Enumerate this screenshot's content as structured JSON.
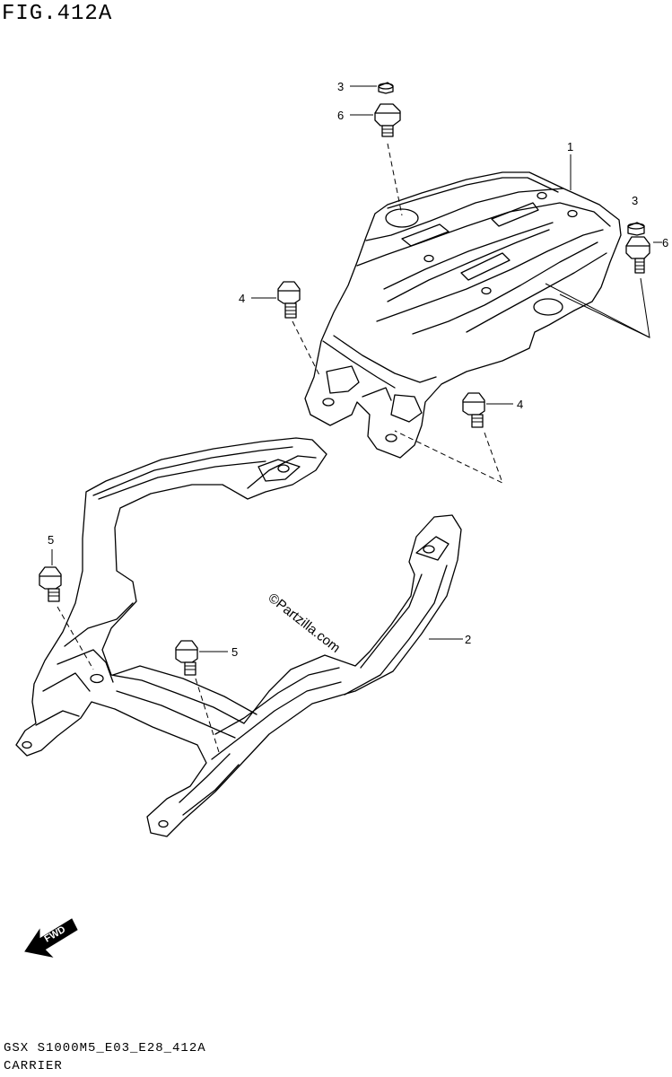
{
  "figure": {
    "title": "FIG.412A",
    "footer_code": "GSX S1000M5_E03_E28_412A",
    "footer_name": "CARRIER",
    "watermark": "©Partzilla.com",
    "fwd_label": "FWD"
  },
  "callouts": [
    {
      "number": "1",
      "part": "carrier"
    },
    {
      "number": "2",
      "part": "pillion-handle"
    },
    {
      "number": "3",
      "part": "cap-right"
    },
    {
      "number": "3",
      "part": "cap-top"
    },
    {
      "number": "4",
      "part": "bolt-left"
    },
    {
      "number": "4",
      "part": "bolt-right"
    },
    {
      "number": "5",
      "part": "bolt-rear-left"
    },
    {
      "number": "5",
      "part": "bolt-rear-center"
    },
    {
      "number": "6",
      "part": "bolt-top"
    },
    {
      "number": "6",
      "part": "bolt-right-top"
    }
  ]
}
